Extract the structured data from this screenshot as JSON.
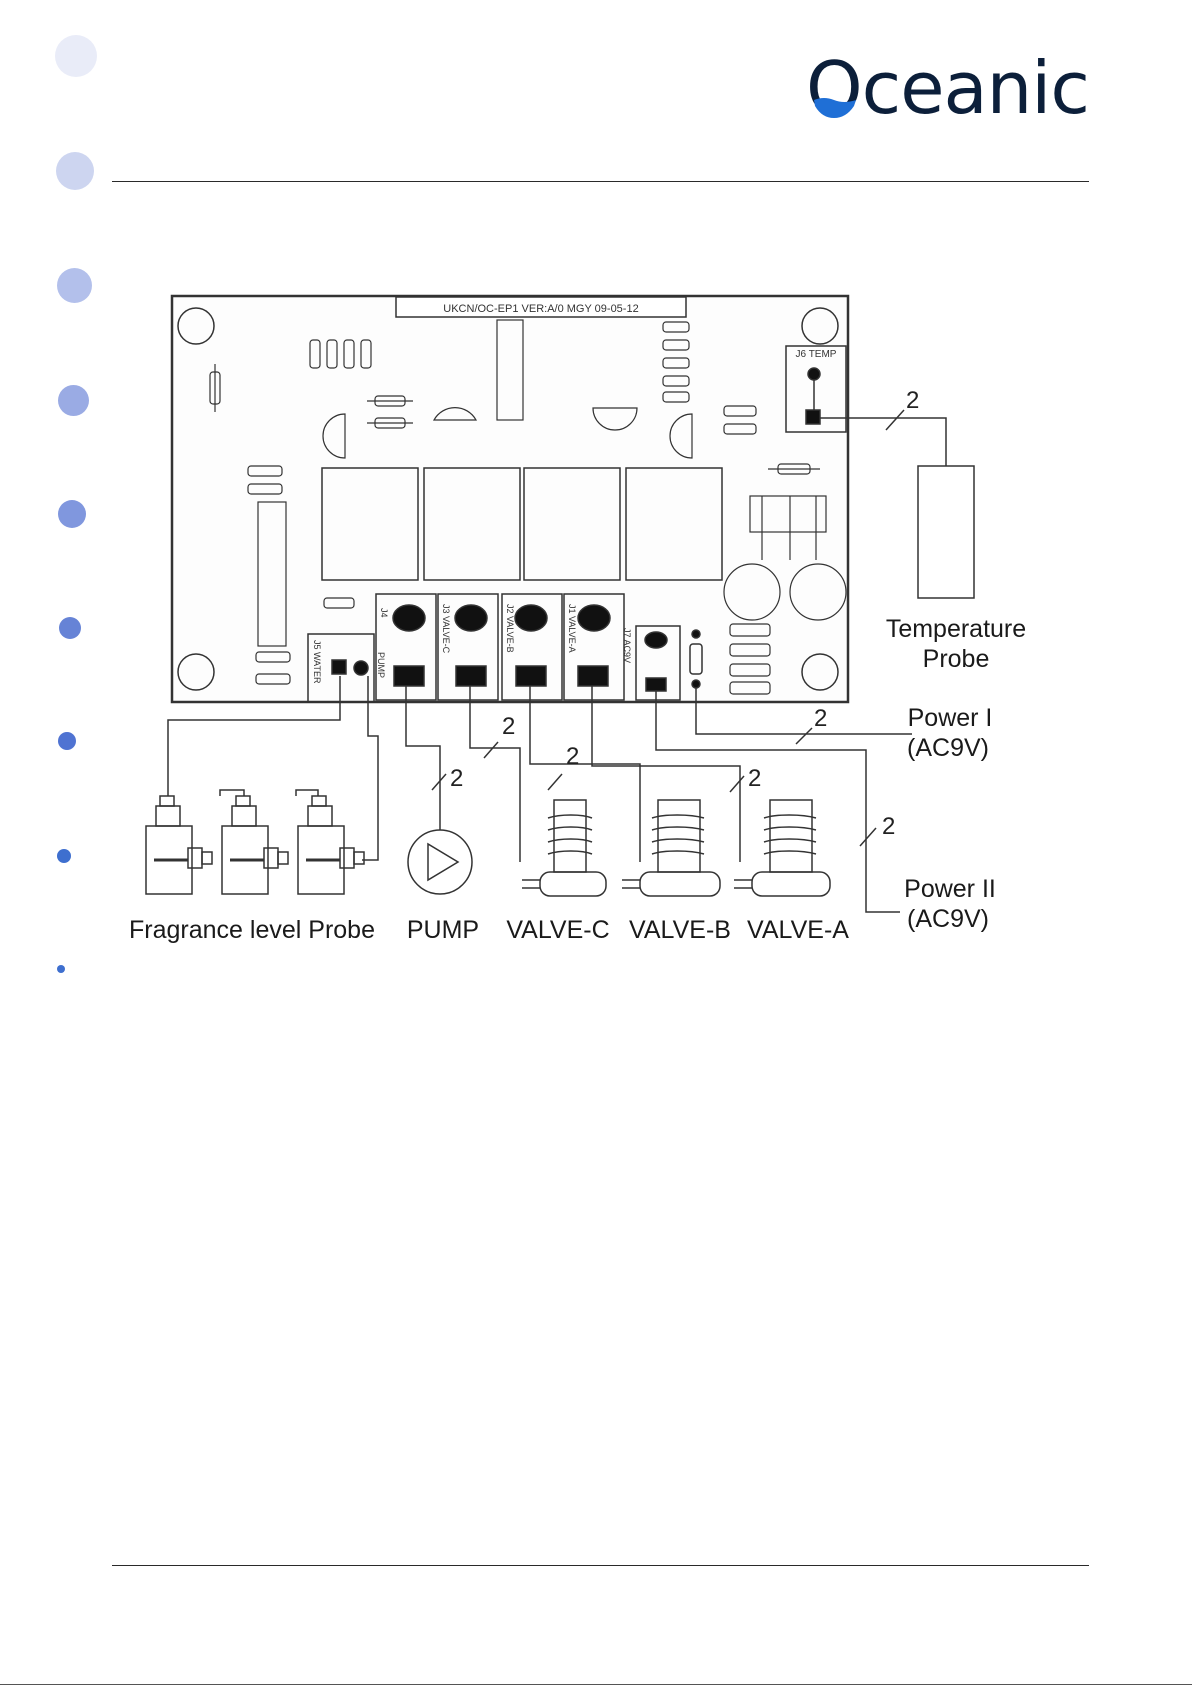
{
  "brand": {
    "logo_text": "Oceanic",
    "accent": "#1f6fd6"
  },
  "pcb": {
    "silkscreen_title": "UKCN/OC-EP1 VER:A/0 MGY 09-05-12",
    "connectors": {
      "j6": "J6 TEMP",
      "j5": "J5 WATER",
      "pump": "PUMP",
      "j4": "J4",
      "j3": "J3 VALVE-C",
      "j2": "J2 VALVE-B",
      "j1": "J1 VALVE-A",
      "j7": "J7 AC9V"
    }
  },
  "labels": {
    "temperature_probe_line1": "Temperature",
    "temperature_probe_line2": "Probe",
    "power1_line1": "Power I",
    "power1_line2": "(AC9V)",
    "power2_line1": "Power II",
    "power2_line2": "(AC9V)",
    "fragrance_probe": "Fragrance level Probe",
    "pump": "PUMP",
    "valve_c": "VALVE-C",
    "valve_b": "VALVE-B",
    "valve_a": "VALVE-A",
    "wire_count": "2"
  },
  "side_dots": {
    "color": "#3e6fcf",
    "count": 9
  }
}
